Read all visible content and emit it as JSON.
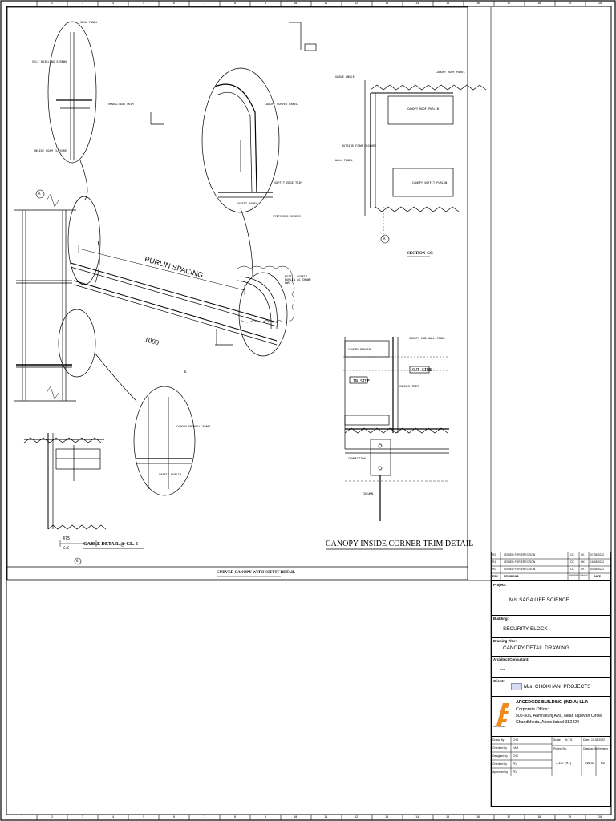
{
  "border_numbers": [
    "1",
    "2",
    "3",
    "4",
    "5",
    "6",
    "7",
    "8",
    "9",
    "10",
    "11",
    "12",
    "13",
    "14",
    "15",
    "16",
    "17",
    "18",
    "19",
    "20"
  ],
  "views": {
    "main_title": "CURVED CANOPY WITH SOFFIT DETAIL",
    "gable_title": "GABLE DETAIL @ GL. 6",
    "corner_title": "CANOPY INSIDE CORNER TRIM DETAIL",
    "section_title": "SECTION-GG",
    "dim_1000": "1000",
    "purlin_spacing": "PURLIN SPACING",
    "dim_475": "475",
    "dim_cc": "C/C",
    "in_side": "IN SIDE",
    "out_side": "OUT SIDE",
    "note": "NOTE : SOFFIT PURLIN AS SHOWN DWG",
    "grid_a": "A",
    "grid_6": "6",
    "callouts": [
      "SEAL PANEL",
      "SELF DRILLING SCREWS",
      "INSIDE FOAM CLOSURE",
      "CANOPY CURVED PANEL",
      "SOFFIT PANEL",
      "STITCHING SCREWS",
      "CANOPY ROOF PANEL",
      "CANOPY ROOF PURLIN",
      "CANOPY SOFFIT PURLIN",
      "GABLE ANGLE",
      "OUTSIDE FOAM CLOSURE",
      "TRANSITION TRIM",
      "SOFFIT EDGE TRIM",
      "WALL PANEL",
      "CANOPY END WALL PANEL",
      "CORNER TRIM",
      "CANOPY PURLIN",
      "COLUMN",
      "CONNECTION",
      "CANOPY ENDWALL PANEL",
      "SOFFIT PURLIN"
    ]
  },
  "revisions": [
    {
      "rev": "R2",
      "desc": "ISSUED FOR ERECTION",
      "by": "CK",
      "chk": "SK",
      "date": "07.08.2022"
    },
    {
      "rev": "R1",
      "desc": "ISSUED FOR ERECTION",
      "by": "CK",
      "chk": "HK",
      "date": "16.08.2022"
    },
    {
      "rev": "R0",
      "desc": "ISSUED FOR ERECTION",
      "by": "CK",
      "chk": "SK",
      "date": "04.08.2022"
    },
    {
      "rev": "REV",
      "desc": "REVISIONS",
      "by": "DESIGNED BY",
      "chk": "CHECKED",
      "date": "DATE"
    }
  ],
  "title_block": {
    "project_label": "Project:",
    "project": "M/s SAGA LIFE SCIENCE",
    "building_label": "Building:",
    "building": "SECURITY BLOCK",
    "drawing_title_label": "Drawing Title:",
    "drawing_title": "CANOPY DETAIL DRAWING",
    "architect_label": "Architect/Consultant:",
    "architect": "---",
    "client_label": "Client:",
    "client": "M/s. CHOKHANI PROJECTS",
    "company": "ARCEDGES BUILDING (INDIA) LLP.",
    "office_label": "Corporate Office:",
    "address1": "505-506, Aamrakunj Avis, Near Tapovan Circle,",
    "address2": "Chandkheda, Ahmedabad-382424",
    "logo_text": "ARC EDGES",
    "fields": [
      {
        "label": "Drawn by",
        "value": "CHS"
      },
      {
        "label": "Checked by",
        "value": "HAR"
      },
      {
        "label": "Designed by",
        "value": "CHK"
      },
      {
        "label": "Checked by",
        "value": "PD"
      },
      {
        "label": "Approved by",
        "value": "PD"
      }
    ],
    "scale_label": "Scale:",
    "scale": "N.T.S.",
    "date_label": "Date:",
    "date": "10.08.2022",
    "project_no_label": "Project No.",
    "project_no": "J-147 (R1)",
    "drawing_no_label": "Drawing No.",
    "drawing_no": "SW-02",
    "revision_label": "Revision",
    "revision": "R2"
  }
}
